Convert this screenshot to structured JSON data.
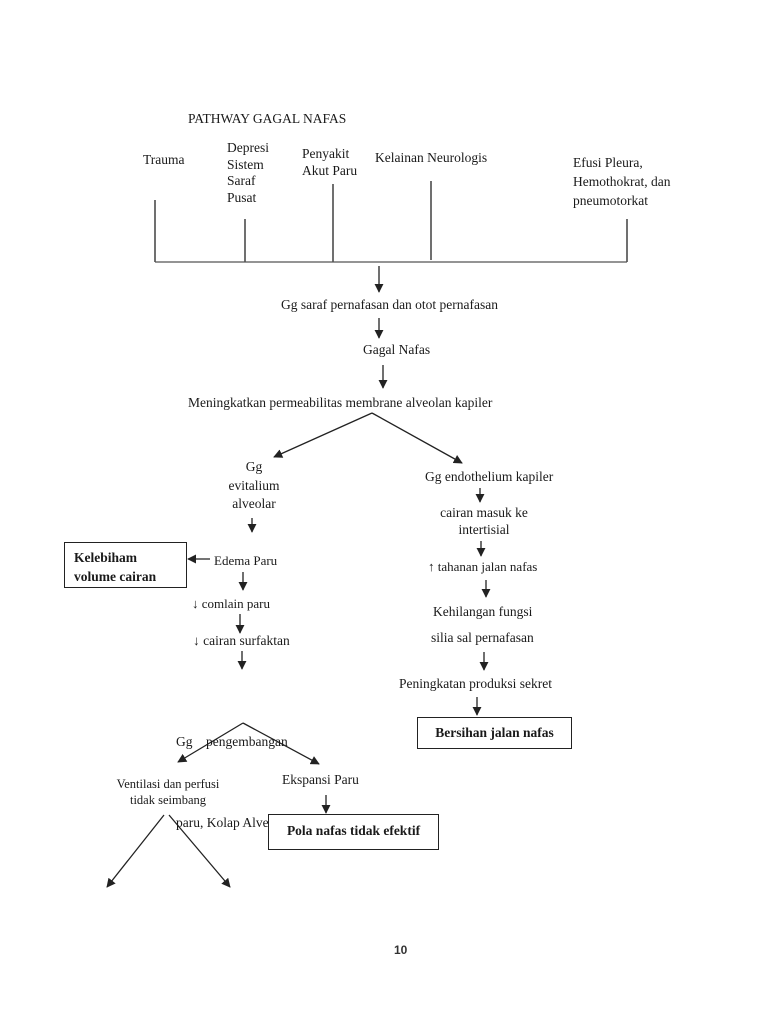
{
  "title": "PATHWAY GAGAL NAFAS",
  "causes": {
    "trauma": "Trauma",
    "depresi": [
      "Depresi",
      "Sistem",
      "Saraf",
      "Pusat"
    ],
    "penyakit": [
      "Penyakit",
      "Akut Paru"
    ],
    "kelainan": "Kelainan Neurologis",
    "efusi": [
      "Efusi Pleura,",
      "Hemothokrat, dan",
      "pneumotorkat"
    ]
  },
  "main_chain": {
    "gg_saraf": "Gg saraf pernafasan dan otot pernafasan",
    "gagal_nafas": "Gagal Nafas",
    "meningkatkan": "Meningkatkan permeabilitas membrane alveolan kapiler"
  },
  "left_branch": {
    "gg_evitalium": [
      "Gg",
      "evitalium",
      "alveolar"
    ],
    "edema_paru": "Edema Paru",
    "kelebihan_box": [
      "Kelebiham",
      "volume cairan"
    ],
    "comlain_paru": "↓ comlain paru",
    "cairan_surfaktan": "↓ cairan surfaktan",
    "gg_pengembangan": [
      "Gg    pengembangan",
      "paru, Kolap Alveoli"
    ],
    "ventilasi": [
      "Ventilasi dan perfusi",
      "tidak seimbang"
    ],
    "ekspansi_paru": "Ekspansi Paru",
    "pola_nafas_box": "Pola nafas tidak efektif"
  },
  "right_branch": {
    "gg_endothelium": "Gg endothelium kapiler",
    "cairan_masuk": [
      "cairan masuk ke",
      "intertisial"
    ],
    "tahanan": "↑ tahanan jalan nafas",
    "kehilangan": "Kehilangan fungsi",
    "silia": "silia sal pernafasan",
    "peningkatan": "Peningkatan produksi sekret",
    "bersihan_box": "Bersihan jalan nafas"
  },
  "page_number": "10",
  "colors": {
    "line": "#222222",
    "text": "#1a1a1a",
    "background": "#ffffff"
  }
}
